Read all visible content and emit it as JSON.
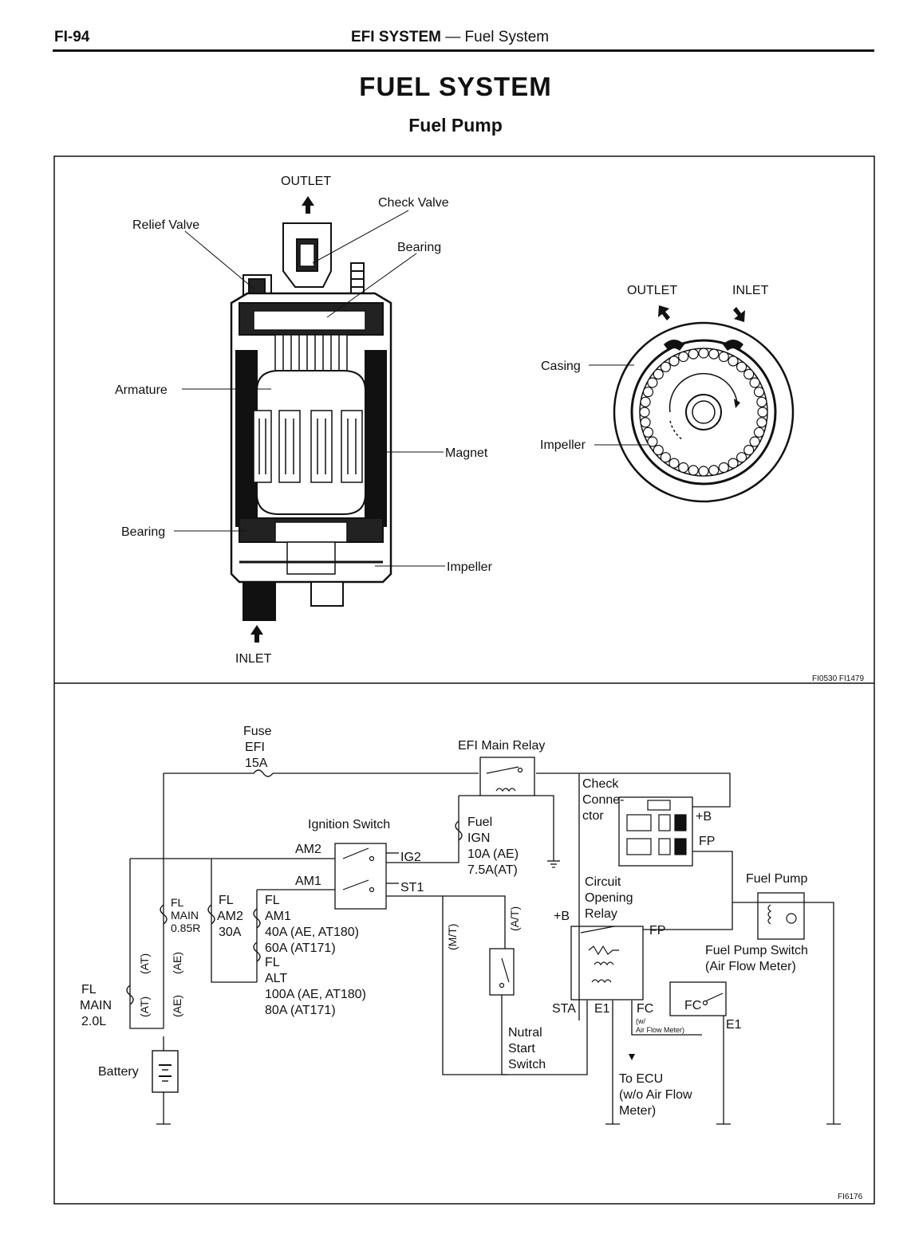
{
  "header": {
    "page_number": "FI-94",
    "section": "EFI SYSTEM",
    "separator": "—",
    "subsection": "Fuel System"
  },
  "title": "FUEL SYSTEM",
  "subtitle": "Fuel Pump",
  "pump_cutaway": {
    "outlet": "OUTLET",
    "inlet": "INLET",
    "check_valve": "Check Valve",
    "relief_valve": "Relief Valve",
    "bearing_top": "Bearing",
    "armature": "Armature",
    "magnet": "Magnet",
    "bearing_bottom": "Bearing",
    "impeller": "Impeller"
  },
  "impeller_view": {
    "outlet": "OUTLET",
    "inlet": "INLET",
    "casing": "Casing",
    "impeller": "Impeller"
  },
  "figure_code_top": "FI0530 FI1479",
  "circuit": {
    "fuse_efi": [
      "Fuse",
      "EFI",
      "15A"
    ],
    "efi_main_relay": "EFI Main Relay",
    "ignition_switch": "Ignition Switch",
    "am2": "AM2",
    "am1": "AM1",
    "ig2": "IG2",
    "st1": "ST1",
    "fuse_fuel_ign": [
      "Fuel",
      "IGN",
      "10A (AE)",
      "7.5A(AT)"
    ],
    "check_connector": [
      "Check",
      "Conne-",
      "ctor"
    ],
    "plus_b": "+B",
    "fp": "FP",
    "fuel_pump": "Fuel Pump",
    "circuit_opening_relay": [
      "Circuit",
      "Opening",
      "Relay"
    ],
    "relay_plus_b": "+B",
    "relay_fp": "FP",
    "fuel_pump_switch": [
      "Fuel Pump Switch",
      "(Air Flow Meter)"
    ],
    "fc": "FC",
    "e1": "E1",
    "sta": "STA",
    "w_air_flow": [
      "(w/",
      "Air Flow Meter)"
    ],
    "to_ecu": [
      "To ECU",
      "(w/o Air Flow",
      "Meter)"
    ],
    "mt": "(M/T)",
    "at": "(A/T)",
    "nutral_start_switch": [
      "Nutral",
      "Start",
      "Switch"
    ],
    "fl_main_085": [
      "FL",
      "MAIN",
      "0.85R"
    ],
    "fl_am2": [
      "FL",
      "AM2",
      "30A"
    ],
    "fl_am1": [
      "FL",
      "AM1",
      "40A (AE, AT180)",
      "60A (AT171)"
    ],
    "fl_alt": [
      "FL",
      "ALT",
      "100A (AE, AT180)",
      "80A (AT171)"
    ],
    "fl_main_20": [
      "FL",
      "MAIN",
      "2.0L"
    ],
    "at_tag": "(AT)",
    "ae_tag": "(AE)",
    "battery": "Battery"
  },
  "figure_code_bottom": "FI6176"
}
